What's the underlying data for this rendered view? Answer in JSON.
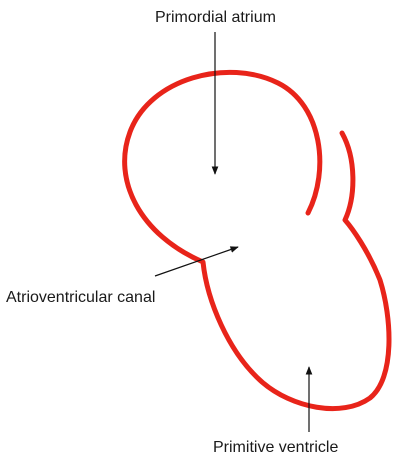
{
  "labels": {
    "primordial_atrium": "Primordial atrium",
    "atrioventricular_canal": "Atrioventricular canal",
    "primitive_ventricle": "Primitive ventricle"
  },
  "colors": {
    "outline": "#e8241a",
    "arrow": "#111111",
    "text": "#1a1a1a"
  }
}
